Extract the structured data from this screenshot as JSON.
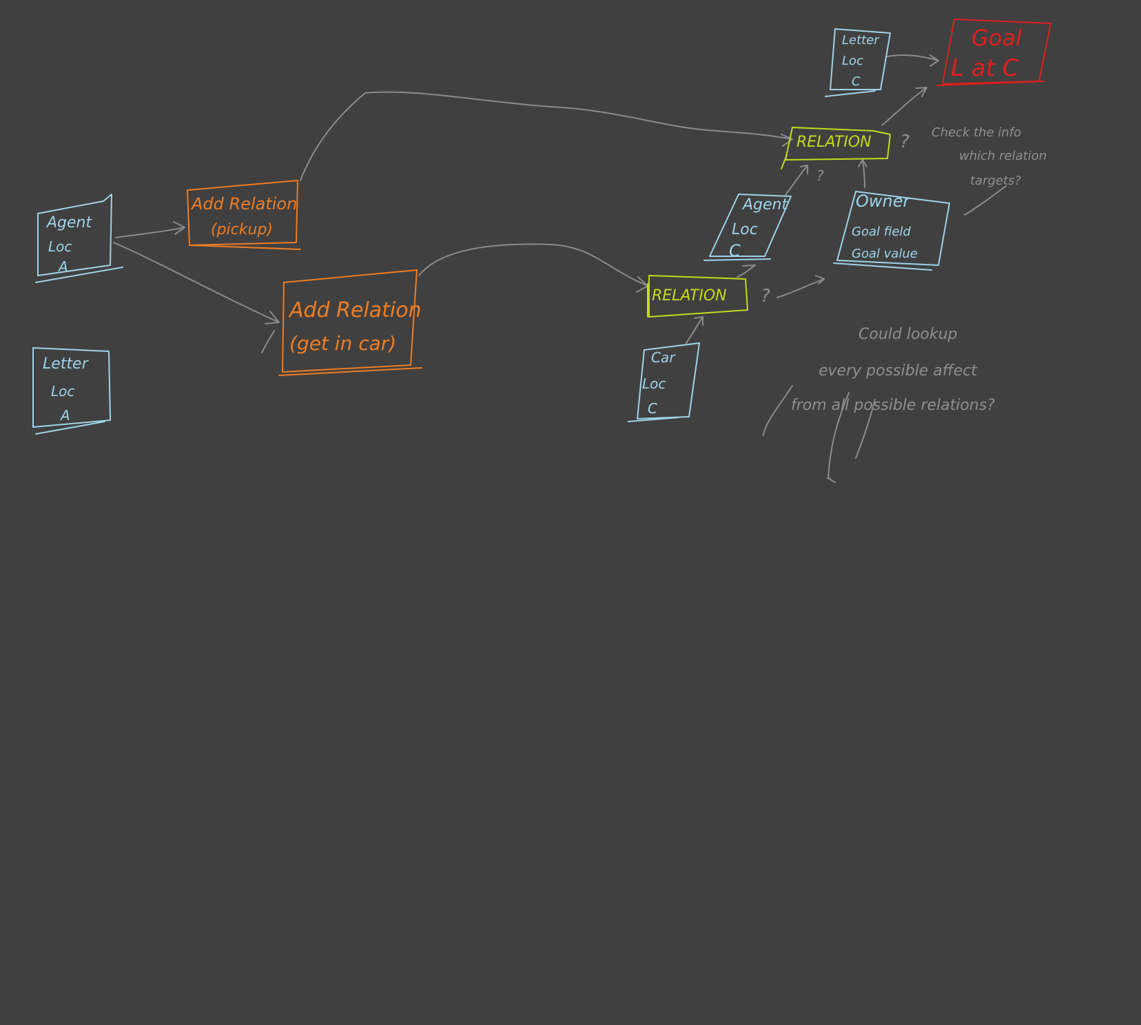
{
  "colors": {
    "background": "#404040",
    "object_node": "#9fd4ea",
    "action_node": "#f07d23",
    "relation_node": "#c4db1e",
    "goal_node": "#e01e1e",
    "arrows_and_notes": "#8c8c8c"
  },
  "nodes": {
    "agent_a": {
      "title": "Agent",
      "l2": "Loc",
      "l3": "A"
    },
    "letter_a": {
      "title": "Letter",
      "l2": "Loc",
      "l3": "A"
    },
    "add_relation_pickup": {
      "l1": "Add Relation",
      "l2": "(pickup)"
    },
    "add_relation_car": {
      "l1": "Add Relation",
      "l2": "(get in car)"
    },
    "letter_c": {
      "title": "Letter",
      "l2": "Loc",
      "l3": "C"
    },
    "goal": {
      "l1": "Goal",
      "l2": "L at C"
    },
    "relation_top": {
      "label": "RELATION",
      "q": "?"
    },
    "relation_mid": {
      "label": "RELATION",
      "q": "?"
    },
    "agent_c": {
      "title": "Agent",
      "l2": "Loc",
      "l3": "C"
    },
    "owner": {
      "title": "Owner",
      "l2": "Goal field",
      "l3": "Goal value"
    },
    "car_c": {
      "title": "Car",
      "l2": "Loc",
      "l3": "C"
    },
    "small_q": {
      "label": "?"
    }
  },
  "notes": {
    "note1": [
      "Check the info",
      "which relation",
      "targets?"
    ],
    "note2": [
      "Could lookup",
      "every possible affect",
      "from all possible relations?"
    ]
  }
}
